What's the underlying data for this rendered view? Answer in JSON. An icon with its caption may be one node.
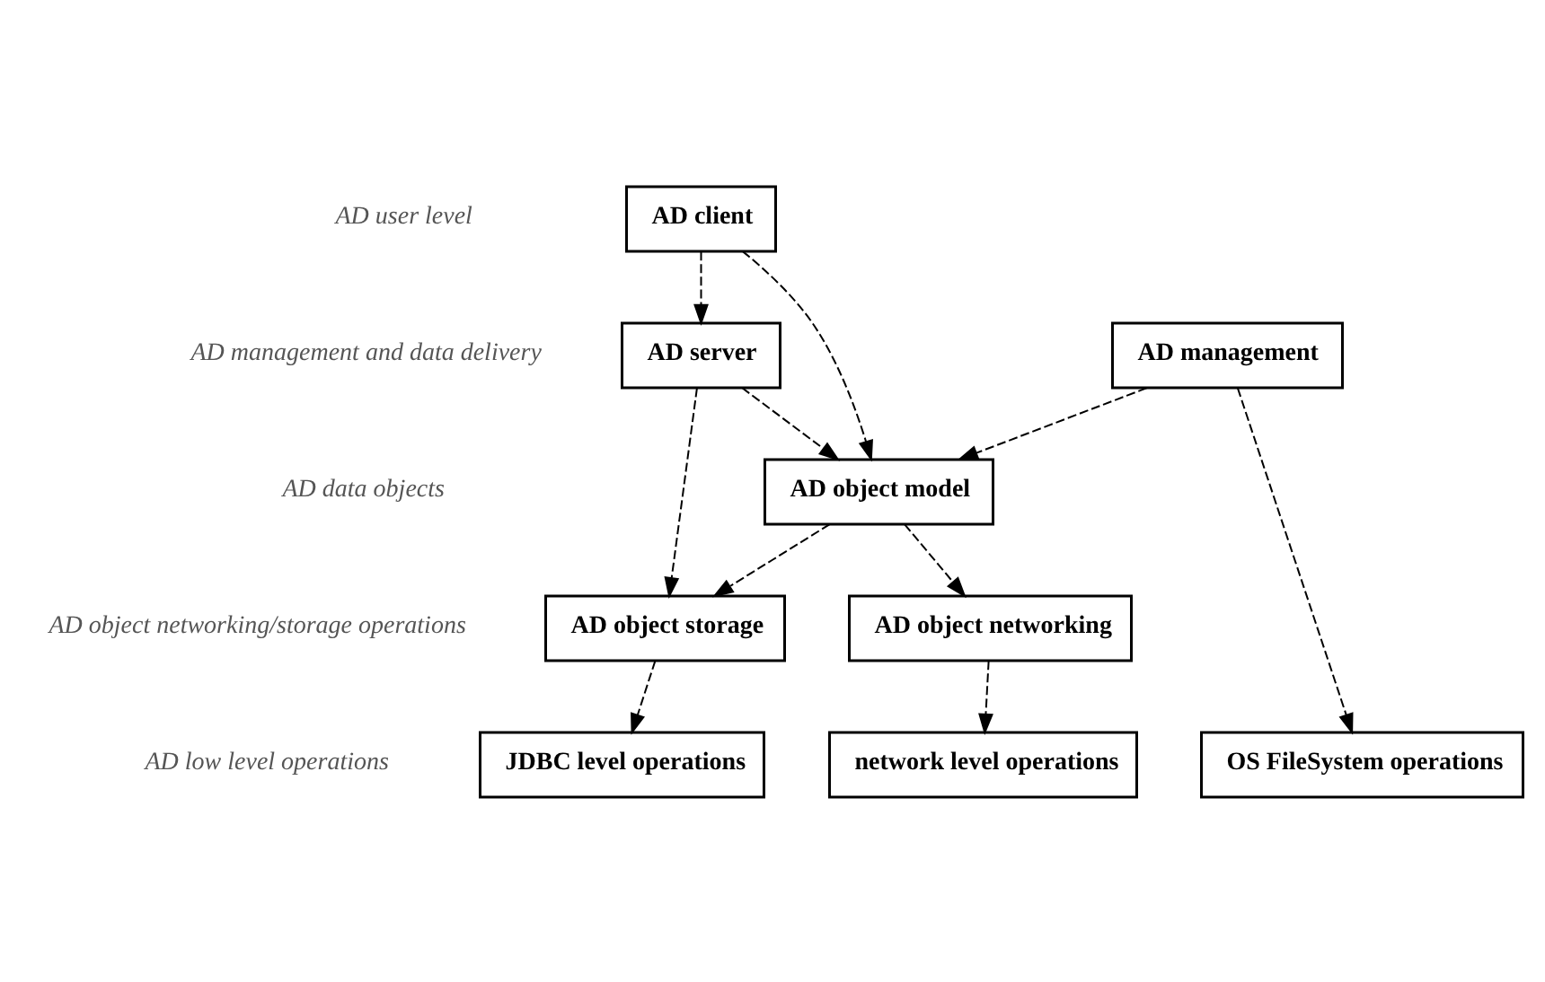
{
  "diagram": {
    "nodes": [
      {
        "text": [
          "AD client"
        ]
      },
      {
        "text": [
          "AD server"
        ]
      },
      {
        "text": [
          "AD management"
        ]
      },
      {
        "text": [
          "AD object model"
        ]
      },
      {
        "text": [
          "AD object networking"
        ]
      },
      {
        "text": [
          "AD object storage"
        ]
      },
      {
        "text": [
          "network level operations"
        ]
      },
      {
        "text": [
          "JDBC level operations"
        ]
      },
      {
        "text": [
          "OS FileSystem operations"
        ]
      }
    ],
    "edges": [
      {
        "from": 0,
        "to": 1,
        "arrow": "to",
        "style": "dashed"
      },
      {
        "from": 0,
        "to": 3,
        "arrow": "to",
        "style": "dashed"
      },
      {
        "from": 1,
        "to": 3,
        "arrow": "to",
        "style": "dashed"
      },
      {
        "from": 1,
        "to": 5,
        "arrow": "to",
        "style": "dashed"
      },
      {
        "from": 2,
        "to": 3,
        "arrow": "to",
        "style": "dashed"
      },
      {
        "from": 2,
        "to": 8,
        "arrow": "to",
        "style": "dashed"
      },
      {
        "from": 3,
        "to": 4,
        "arrow": "to",
        "style": "dashed"
      },
      {
        "from": 3,
        "to": 5,
        "arrow": "to",
        "style": "dashed"
      },
      {
        "from": 4,
        "to": 6,
        "arrow": "to",
        "style": "dashed"
      },
      {
        "from": 5,
        "to": 7,
        "arrow": "to",
        "style": "dashed"
      }
    ],
    "labels": [
      "AD user level",
      "AD management and data delivery",
      "AD data objects",
      "AD object networking/storage operations",
      "AD low level operations"
    ]
  }
}
